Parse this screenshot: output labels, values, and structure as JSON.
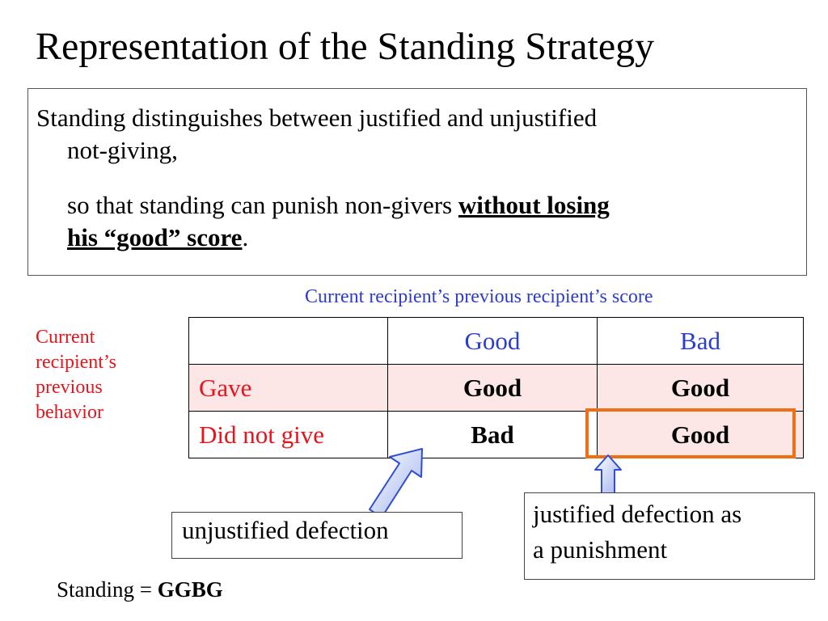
{
  "slide": {
    "title": "Representation of the Standing Strategy",
    "text_box": {
      "para1_line1": "Standing distinguishes between justified and unjustified",
      "para1_line2": "not-giving,",
      "para2_plain": "so that standing can punish non-givers ",
      "para2_emph_line1": "without losing",
      "para2_emph_line2": "his “good” score",
      "para2_end": "."
    },
    "column_caption": "Current  recipient’s previous recipient’s score",
    "row_caption": "Current recipient’s previous behavior",
    "table": {
      "header": [
        "",
        "Good",
        "Bad"
      ],
      "rows": [
        {
          "label": "Gave",
          "cells": [
            "Good",
            "Good"
          ]
        },
        {
          "label": "Did not give",
          "cells": [
            "Bad",
            "Good"
          ]
        }
      ]
    },
    "callouts": {
      "left": "unjustified defection",
      "right_line1": "justified defection as",
      "right_line2": "a punishment"
    },
    "footer": {
      "prefix": "Standing = ",
      "code": "GGBG"
    },
    "colors": {
      "caption_blue": "#2b3ccf",
      "label_red": "#e8141c",
      "cell_pink": "#fde6e6",
      "highlight_orange": "#f06f14",
      "arrow_fill": "#9fb3ee",
      "arrow_stroke": "#2f4fd0"
    }
  }
}
